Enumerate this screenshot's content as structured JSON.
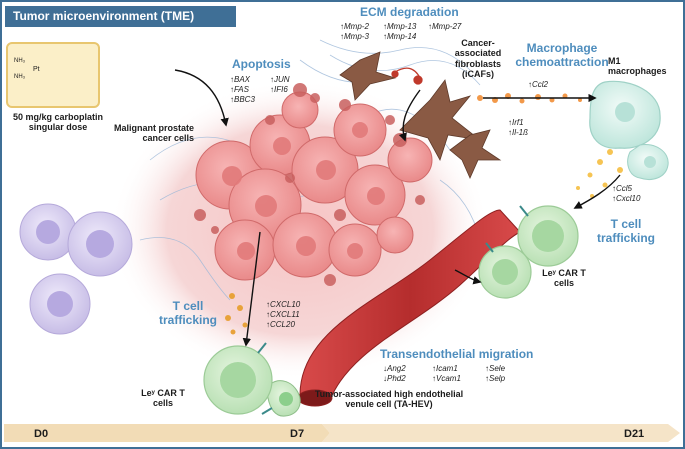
{
  "title": "Tumor microenvironment (TME)",
  "drug": {
    "structure_labels": [
      "NH₃",
      "NH₃",
      "Pt"
    ],
    "dose_text": "50 mg/kg carboplatin singular dose"
  },
  "apoptosis": {
    "heading": "Apoptosis",
    "genes": [
      "↑BAX",
      "↑JUN",
      "↑FAS",
      "↑IFI6",
      "↑BBC3"
    ]
  },
  "malignant_cells_label": "Malignant prostate cancer cells",
  "ecm": {
    "heading": "ECM degradation",
    "genes": [
      "↑Mmp-2",
      "↑Mmp-13",
      "↑Mmp-27",
      "↑Mmp-3",
      "↑Mmp-14"
    ]
  },
  "icafs_label": "Cancer-associated fibroblasts (iCAFs)",
  "macrophage": {
    "heading": "Macrophage chemoattraction",
    "genes": [
      "↑Ccl2",
      "↑Irf1",
      "↑Il-1ß"
    ],
    "target_label": "M1 macrophages"
  },
  "tcell_right": {
    "genes": [
      "↑Ccl5",
      "↑Cxcl10"
    ],
    "heading": "T cell trafficking",
    "cell_label": "Leʸ CAR T cells"
  },
  "tcell_left": {
    "genes": [
      "↑CXCL10",
      "↑CXCL11",
      "↑CCL20"
    ],
    "heading": "T cell trafficking",
    "cell_label": "Leʸ CAR T cells"
  },
  "transendothelial": {
    "heading": "Transendothelial migration",
    "genes": [
      "↓Ang2",
      "↑Icam1",
      "↑Sele",
      "↓Phd2",
      "↑Vcam1",
      "↑Selp"
    ]
  },
  "hev_label": "Tumor-associated high endothelial venule cell (TA-HEV)",
  "timeline": {
    "start": "D0",
    "mid": "D7",
    "end": "D21"
  },
  "colors": {
    "title_bg": "#3f6f96",
    "heading_blue": "#4e8dbd",
    "tumor_pink": "#f1a4a4",
    "vessel_red": "#c93a3a",
    "tcell_green": "#a8d9a8",
    "macrophage_teal": "#c9ebe4",
    "timeline_tan": "#f0d9b4"
  }
}
